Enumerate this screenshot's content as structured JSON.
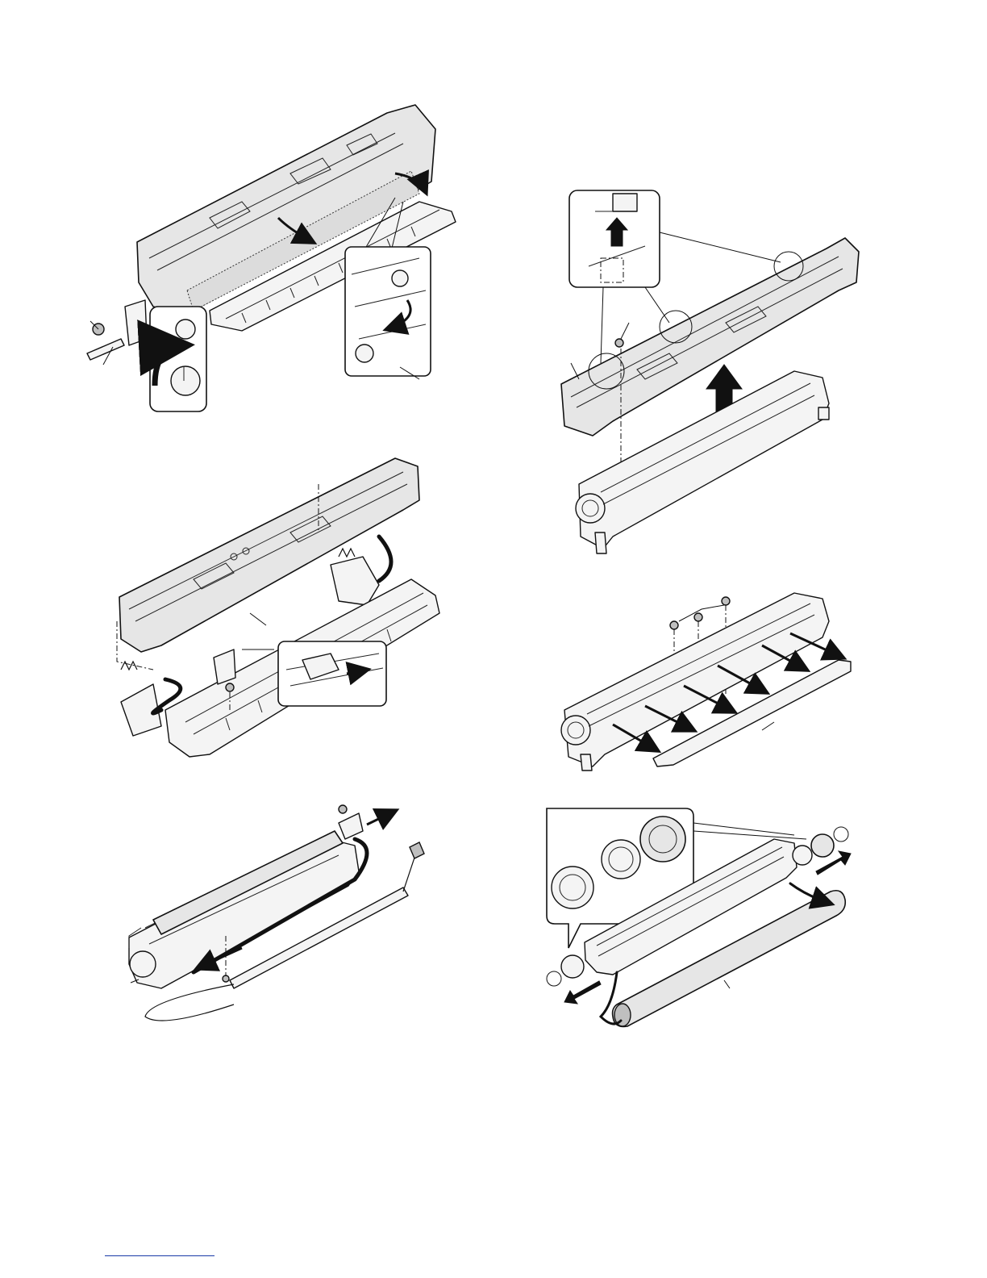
{
  "page": {
    "background": "#ffffff",
    "line_color": "#111111",
    "footer_rule_color": "#1a3aa8"
  },
  "figures": [
    {
      "id": "fig-1",
      "icons": [
        "screw-icon",
        "curved-arrow-icon",
        "rotate-arrow-icon"
      ]
    },
    {
      "id": "fig-2",
      "icons": [
        "lift-arrow-icon",
        "screw-icon"
      ]
    },
    {
      "id": "fig-3",
      "icons": [
        "spring-icon",
        "screw-icon",
        "curved-arrow-icon"
      ]
    },
    {
      "id": "fig-4",
      "icons": [
        "screw-icon",
        "pull-arrow-icon"
      ]
    },
    {
      "id": "fig-5",
      "icons": [
        "screw-icon",
        "pull-arrow-icon"
      ]
    },
    {
      "id": "fig-6",
      "icons": [
        "e-ring-icon",
        "bearing-icon",
        "gear-icon",
        "dashed-arrow-icon",
        "curved-arrow-icon"
      ]
    }
  ]
}
